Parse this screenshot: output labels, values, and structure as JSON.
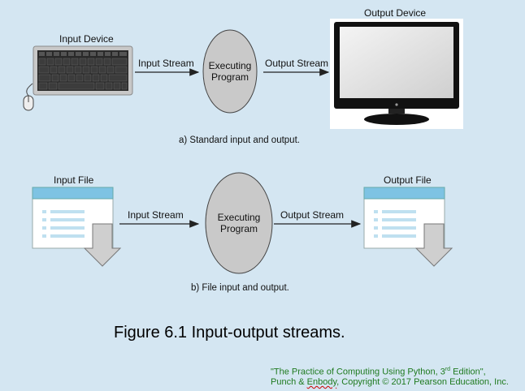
{
  "section_a": {
    "input_device_label": "Input Device",
    "output_device_label": "Output Device",
    "input_stream_label": "Input Stream",
    "output_stream_label": "Output Stream",
    "program_line1": "Executing",
    "program_line2": "Program",
    "caption": "a) Standard input and output."
  },
  "section_b": {
    "input_file_label": "Input File",
    "output_file_label": "Output File",
    "input_stream_label": "Input Stream",
    "output_stream_label": "Output Stream",
    "program_line1": "Executing",
    "program_line2": "Program",
    "caption": "b) File input and output."
  },
  "figure_title": "Figure 6.1 Input-output streams.",
  "credit": {
    "line1_prefix": "\"The Practice of Computing Using Python, 3",
    "line1_sup": "rd",
    "line1_suffix": " Edition\",",
    "line2_prefix": "Punch & ",
    "line2_author": "Enbody",
    "line2_suffix": ", Copyright © 2017 Pearson Education, Inc."
  },
  "colors": {
    "background": "#d4e6f2",
    "ellipse_fill": "#c9c9c9",
    "file_header": "#7ec3e3",
    "credit_text": "#1f7a1f"
  }
}
